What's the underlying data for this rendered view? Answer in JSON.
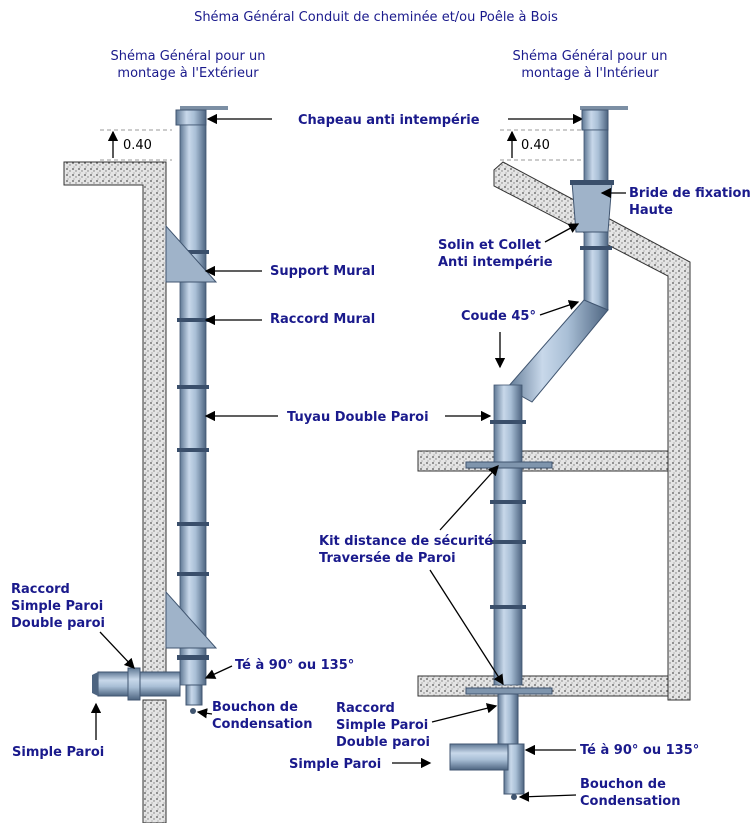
{
  "title": "Shéma Général Conduit de cheminée et/ou Poêle à Bois",
  "left": {
    "subtitle_line1": "Shéma Général pour un",
    "subtitle_line2": "montage à l'Extérieur",
    "height": "0.40",
    "labels": {
      "support": "Support Mural",
      "raccord_mural": "Raccord Mural",
      "tuyau": "Tuyau Double Paroi",
      "raccord_1": "Raccord",
      "raccord_2": "Simple Paroi",
      "raccord_3": "Double paroi",
      "te": "Té à 90° ou 135°",
      "bouchon_1": "Bouchon de",
      "bouchon_2": "Condensation",
      "simple": "Simple Paroi"
    }
  },
  "center": {
    "chapeau": "Chapeau anti intempérie"
  },
  "right": {
    "subtitle_line1": "Shéma Général pour un",
    "subtitle_line2": "montage à l'Intérieur",
    "height": "0.40",
    "labels": {
      "bride_1": "Bride de fixation",
      "bride_2": "Haute",
      "solin_1": "Solin et Collet",
      "solin_2": "Anti intempérie",
      "coude": "Coude 45°",
      "kit_1": "Kit distance de sécurité",
      "kit_2": "Traversée de Paroi",
      "raccord_1": "Raccord",
      "raccord_2": "Simple Paroi",
      "raccord_3": "Double paroi",
      "te": "Té à 90° ou 135°",
      "simple": "Simple Paroi",
      "bouchon_1": "Bouchon de",
      "bouchon_2": "Condensation"
    }
  },
  "colors": {
    "text": "#1a1a8c",
    "pipe": "#a9bfd6",
    "pipe_dark": "#5f7894",
    "wall": "#d8d8d8"
  }
}
